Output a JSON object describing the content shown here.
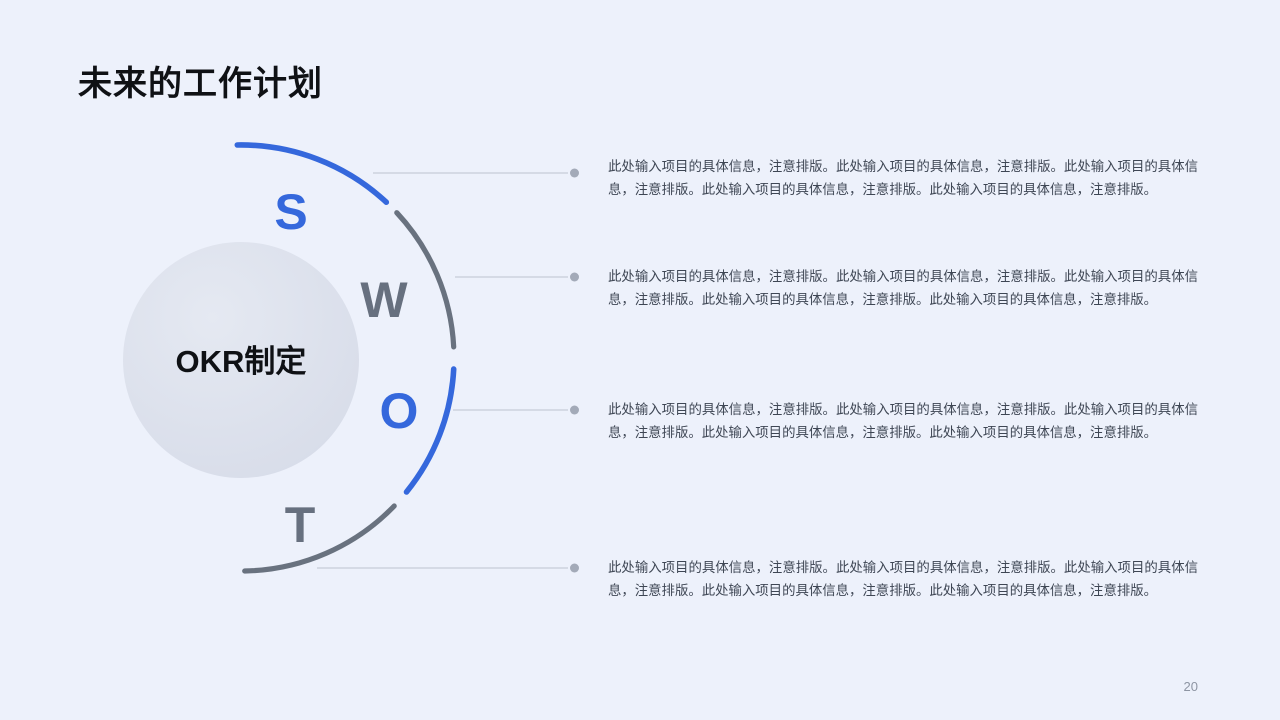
{
  "slide": {
    "title": "未来的工作计划",
    "page_number": "20",
    "background_color": "#EDF1FB"
  },
  "diagram": {
    "center_label": "OKR制定",
    "circle_fill": "#DBE0EB",
    "segments": [
      {
        "letter": "S",
        "color": "#3568DC"
      },
      {
        "letter": "W",
        "color": "#67707F"
      },
      {
        "letter": "O",
        "color": "#3568DC"
      },
      {
        "letter": "T",
        "color": "#67707F"
      }
    ],
    "colors": {
      "blue_arc": "#3568DC",
      "gray_arc": "#69727F",
      "connector_line": "#C7CCD8",
      "connector_dot": "#A3AAB8"
    }
  },
  "items": [
    {
      "text": "此处输入项目的具体信息，注意排版。此处输入项目的具体信息，注意排版。此处输入项目的具体信息，注意排版。此处输入项目的具体信息，注意排版。此处输入项目的具体信息，注意排版。"
    },
    {
      "text": "此处输入项目的具体信息，注意排版。此处输入项目的具体信息，注意排版。此处输入项目的具体信息，注意排版。此处输入项目的具体信息，注意排版。此处输入项目的具体信息，注意排版。"
    },
    {
      "text": "此处输入项目的具体信息，注意排版。此处输入项目的具体信息，注意排版。此处输入项目的具体信息，注意排版。此处输入项目的具体信息，注意排版。此处输入项目的具体信息，注意排版。"
    },
    {
      "text": "此处输入项目的具体信息，注意排版。此处输入项目的具体信息，注意排版。此处输入项目的具体信息，注意排版。此处输入项目的具体信息，注意排版。此处输入项目的具体信息，注意排版。"
    }
  ]
}
